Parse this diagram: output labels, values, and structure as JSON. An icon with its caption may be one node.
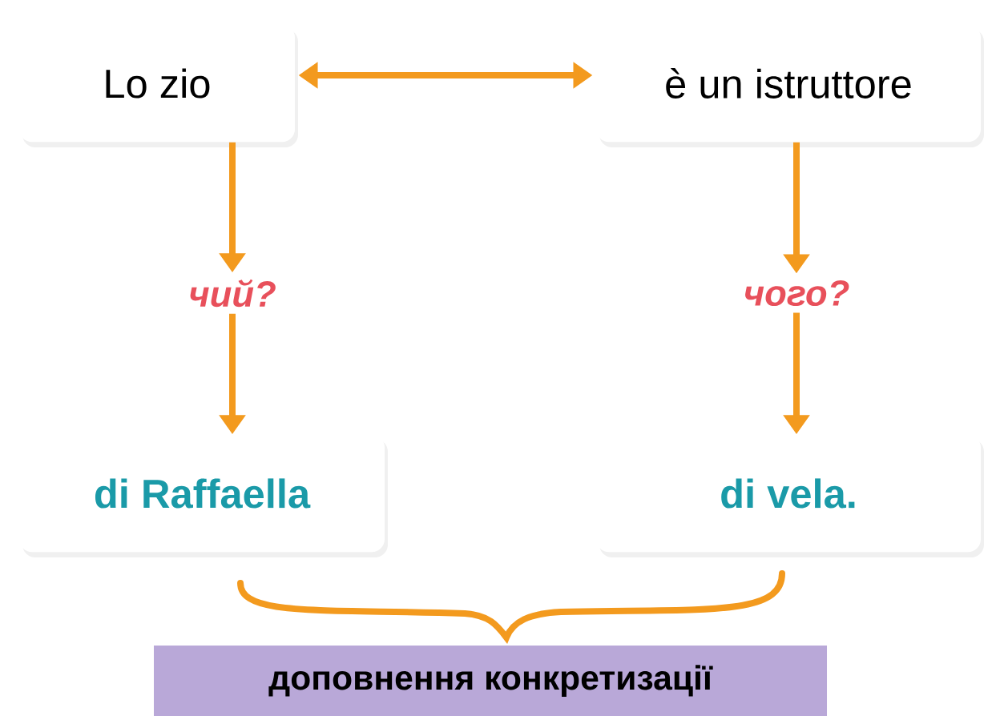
{
  "diagram": {
    "nodes": [
      {
        "text": [
          "Lo zio"
        ]
      },
      {
        "text": [
          "è un istruttore"
        ]
      },
      {
        "text": [
          "чий?"
        ]
      },
      {
        "text": [
          "чого?"
        ]
      },
      {
        "text": [
          "di Raffaella"
        ]
      },
      {
        "text": [
          "di vela."
        ]
      },
      {
        "text": [
          "доповнення конкретизації"
        ]
      }
    ],
    "edges": [
      {
        "from": 0,
        "to": 1,
        "arrow": "both"
      },
      {
        "from": 0,
        "to": 2,
        "arrow": "to"
      },
      {
        "from": 2,
        "to": 4,
        "arrow": "to"
      },
      {
        "from": 1,
        "to": 3,
        "arrow": "to"
      },
      {
        "from": 3,
        "to": 5,
        "arrow": "to"
      }
    ]
  }
}
